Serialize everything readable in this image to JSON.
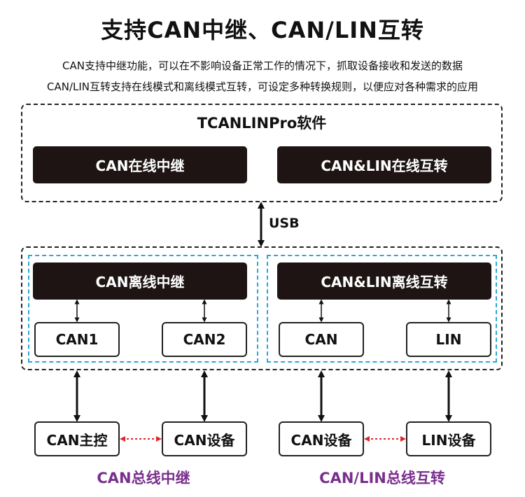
{
  "title": "支持CAN中继、CAN/LIN互转",
  "description_lines": [
    "CAN支持中继功能，可以在不影响设备正常工作的情况下，抓取设备接收和发送的数据",
    "CAN/LIN互转支持在线模式和离线模式互转，可设定多种转换规则，以便应对各种需求的应用"
  ],
  "software": {
    "title": "TCANLINPro软件",
    "online_relay": "CAN在线中继",
    "online_convert": "CAN&LIN在线互转"
  },
  "connection_label": "USB",
  "device": {
    "offline_relay": "CAN离线中继",
    "offline_convert": "CAN&LIN离线互转",
    "ports": [
      "CAN1",
      "CAN2",
      "CAN",
      "LIN"
    ]
  },
  "external": {
    "can_master": "CAN主控",
    "can_device_1": "CAN设备",
    "can_device_2": "CAN设备",
    "lin_device": "LIN设备"
  },
  "bottom_labels": {
    "can_bus_relay": "CAN总线中继",
    "can_lin_convert": "CAN/LIN总线互转"
  },
  "colors": {
    "dark_block": "#1e1414",
    "blue_dash": "#2aa8d6",
    "red_dotted_arrow": "#e0262b",
    "purple_label": "#7a2f8e"
  }
}
